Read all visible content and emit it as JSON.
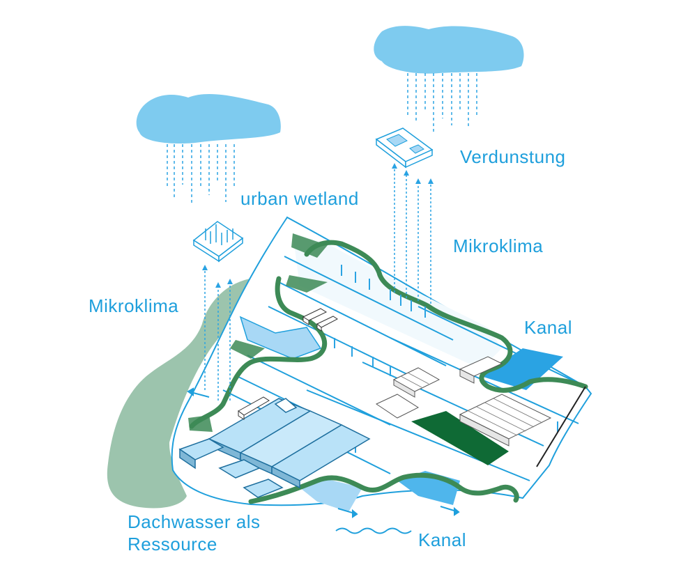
{
  "labels": {
    "verdunstung": "Verdunstung",
    "urban_wetland": "urban wetland",
    "mikroklima_right": "Mikroklima",
    "mikroklima_left": "Mikroklima",
    "kanal_right": "Kanal",
    "dachwasser_line1": "Dachwasser als",
    "dachwasser_line2": "Ressource",
    "kanal_bottom": "Kanal"
  },
  "colors": {
    "text": "#1e9fdc",
    "cloud": "#7ecbef",
    "water_light": "#a8d8f5",
    "water_dark": "#2aa3e3",
    "green_path": "#3d8a56",
    "green_dark": "#0f6a35",
    "green_soft": "#9cc4ad",
    "outline": "#1e9fdc"
  }
}
